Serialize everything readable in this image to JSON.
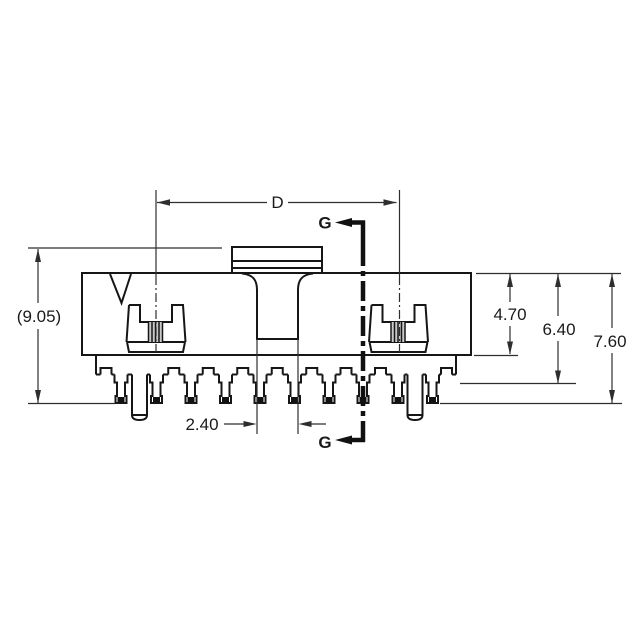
{
  "drawing": {
    "colors": {
      "background": "#ffffff",
      "line": "#161616",
      "dim_line": "#2e2e2e"
    },
    "dimensions": {
      "overall_height": "(9.05)",
      "housing_height": "4.70",
      "standoff_height": "6.40",
      "pin_tip_height": "7.60",
      "post_width": "2.40",
      "contact_span": "D"
    },
    "section_labels": {
      "top": "G",
      "bottom": "G"
    }
  }
}
